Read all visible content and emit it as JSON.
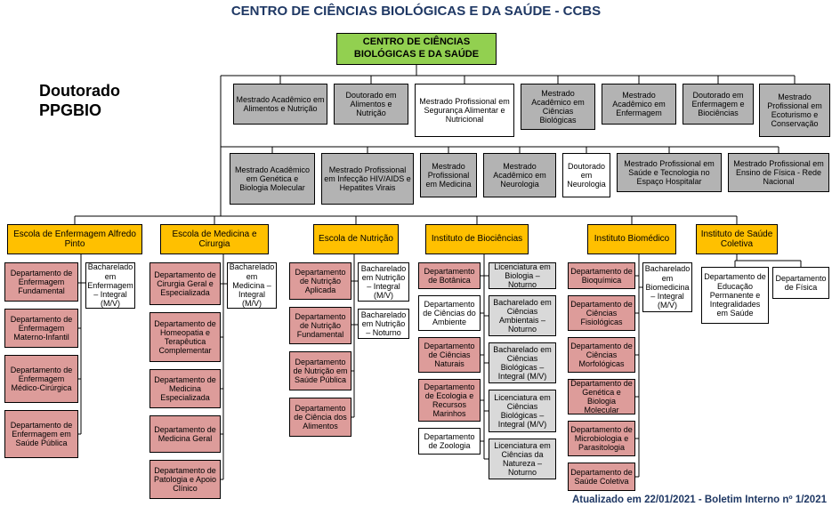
{
  "title": "CENTRO DE CIÊNCIAS BIOLÓGICAS E DA SAÚDE - CCBS",
  "side_label": {
    "line1": "Doutorado",
    "line2": "PPGBIO"
  },
  "root": {
    "label": "CENTRO DE CIÊNCIAS BIOLÓGICAS E DA SAÚDE"
  },
  "programs_row1": [
    {
      "label": "Mestrado Acadêmico em Alimentos e Nutrição",
      "variant": "gray"
    },
    {
      "label": "Doutorado em Alimentos e Nutrição",
      "variant": "gray"
    },
    {
      "label": "Mestrado Profissional em Segurança Alimentar e Nutricional",
      "variant": "white"
    },
    {
      "label": "Mestrado Acadêmico em Ciências Biológicas",
      "variant": "gray"
    },
    {
      "label": "Mestrado Acadêmico em Enfermagem",
      "variant": "gray"
    },
    {
      "label": "Doutorado em Enfermagem e Biociências",
      "variant": "gray"
    },
    {
      "label": "Mestrado Profissional em Ecoturismo e Conservação",
      "variant": "gray"
    }
  ],
  "programs_row2": [
    {
      "label": "Mestrado Acadêmico em Genética e Biologia Molecular",
      "variant": "gray"
    },
    {
      "label": "Mestrado Profissional em Infecção HIV/AIDS e Hepatites Virais",
      "variant": "gray"
    },
    {
      "label": "Mestrado Profissional em Medicina",
      "variant": "gray"
    },
    {
      "label": "Mestrado Acadêmico em Neurologia",
      "variant": "gray"
    },
    {
      "label": "Doutorado em Neurologia",
      "variant": "white"
    },
    {
      "label": "Mestrado Profissional em Saúde e Tecnologia no Espaço Hospitalar",
      "variant": "gray"
    },
    {
      "label": "Mestrado Profissional em Ensino de Física - Rede Nacional",
      "variant": "gray"
    }
  ],
  "units": [
    {
      "label": "Escola de Enfermagem Alfredo Pinto"
    },
    {
      "label": "Escola de Medicina e Cirurgia"
    },
    {
      "label": "Escola de Nutrição"
    },
    {
      "label": "Instituto de Biociências"
    },
    {
      "label": "Instituto Biomédico"
    },
    {
      "label": "Instituto de Saúde Coletiva"
    }
  ],
  "columns": [
    {
      "unit": "Escola de Enfermagem Alfredo Pinto",
      "departments": [
        {
          "label": "Departamento de Enfermagem Fundamental",
          "variant": "pink"
        },
        {
          "label": "Departamento de Enfermagem Materno-Infantil",
          "variant": "pink"
        },
        {
          "label": "Departamento de Enfermagem Médico-Cirúrgica",
          "variant": "pink"
        },
        {
          "label": "Departamento de Enfermagem em Saúde Pública",
          "variant": "pink"
        }
      ],
      "courses": [
        {
          "label": "Bacharelado em Enfermagem – Integral (M/V)",
          "variant": "white"
        }
      ]
    },
    {
      "unit": "Escola de Medicina e Cirurgia",
      "departments": [
        {
          "label": "Departamento de Cirurgia Geral e Especializada",
          "variant": "pink"
        },
        {
          "label": "Departamento de Homeopatia e Terapêutica Complementar",
          "variant": "pink"
        },
        {
          "label": "Departamento de Medicina Especializada",
          "variant": "pink"
        },
        {
          "label": "Departamento de Medicina Geral",
          "variant": "pink"
        },
        {
          "label": "Departamento de Patologia e Apoio Clínico",
          "variant": "pink"
        }
      ],
      "courses": [
        {
          "label": "Bacharelado em Medicina – Integral (M/V)",
          "variant": "white"
        }
      ]
    },
    {
      "unit": "Escola de Nutrição",
      "departments": [
        {
          "label": "Departamento de Nutrição Aplicada",
          "variant": "pink"
        },
        {
          "label": "Departamento de Nutrição Fundamental",
          "variant": "pink"
        },
        {
          "label": "Departamento de Nutrição em Saúde Pública",
          "variant": "pink"
        },
        {
          "label": "Departamento de Ciência dos Alimentos",
          "variant": "pink"
        }
      ],
      "courses": [
        {
          "label": "Bacharelado em Nutrição – Integral (M/V)",
          "variant": "white"
        },
        {
          "label": "Bacharelado em Nutrição – Noturno",
          "variant": "white"
        }
      ]
    },
    {
      "unit": "Instituto de Biociências",
      "departments": [
        {
          "label": "Departamento de Botânica",
          "variant": "pink"
        },
        {
          "label": "Departamento de Ciências do Ambiente",
          "variant": "white"
        },
        {
          "label": "Departamento de Ciências Naturais",
          "variant": "pink"
        },
        {
          "label": "Departamento de Ecologia e Recursos Marinhos",
          "variant": "pink"
        },
        {
          "label": "Departamento de Zoologia",
          "variant": "white"
        }
      ],
      "courses": [
        {
          "label": "Licenciatura em Biologia – Noturno",
          "variant": "lightgray"
        },
        {
          "label": "Bacharelado em Ciências Ambientais – Noturno",
          "variant": "lightgray"
        },
        {
          "label": "Bacharelado em Ciências Biológicas – Integral (M/V)",
          "variant": "lightgray"
        },
        {
          "label": "Licenciatura em Ciências Biológicas – Integral (M/V)",
          "variant": "lightgray"
        },
        {
          "label": "Licenciatura em Ciências da Natureza – Noturno",
          "variant": "lightgray"
        }
      ]
    },
    {
      "unit": "Instituto Biomédico",
      "departments": [
        {
          "label": "Departamento de Bioquímica",
          "variant": "pink"
        },
        {
          "label": "Departamento de Ciências Fisiológicas",
          "variant": "pink"
        },
        {
          "label": "Departamento de Ciências Morfológicas",
          "variant": "pink"
        },
        {
          "label": "Departamento de Genética e Biologia Molecular",
          "variant": "pink"
        },
        {
          "label": "Departamento de Microbiologia e Parasitologia",
          "variant": "pink"
        },
        {
          "label": "Departamento de Saúde Coletiva",
          "variant": "pink"
        }
      ],
      "courses": [
        {
          "label": "Bacharelado em Biomedicina – Integral (M/V)",
          "variant": "white"
        }
      ]
    },
    {
      "unit": "Instituto de Saúde Coletiva",
      "departments": [
        {
          "label": "Departamento de Educação Permanente e Integralidades em Saúde",
          "variant": "white"
        },
        {
          "label": "Departamento de Física",
          "variant": "white"
        }
      ],
      "courses": []
    }
  ],
  "footer": "Atualizado em 22/01/2021 - Boletim Interno nº 1/2021",
  "colors": {
    "root_green": "#92D050",
    "program_gray": "#B3B3B3",
    "unit_orange": "#FFC000",
    "department_pink": "#DD9C9A",
    "course_lightgray": "#D9D9D9",
    "box_white": "#FFFFFF",
    "heading_navy": "#1F3864",
    "line_black": "#000000"
  }
}
